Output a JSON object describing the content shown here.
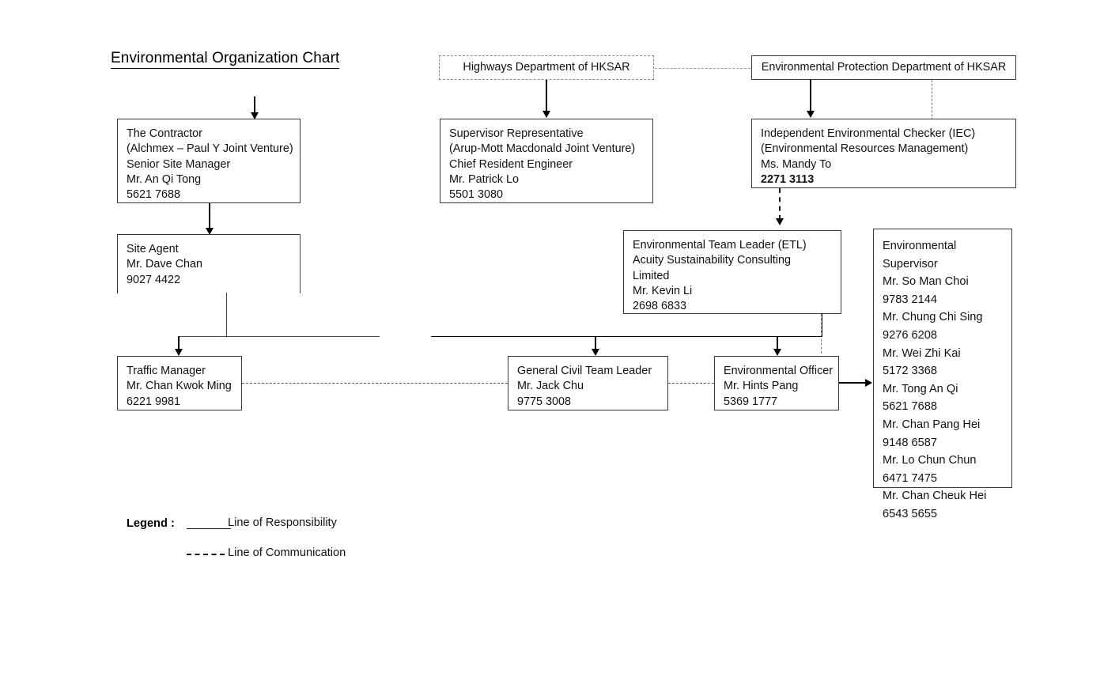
{
  "chart": {
    "title": "Environmental Organization Chart"
  },
  "nodes": {
    "highways_department": {
      "name": "Highways Department of HKSAR"
    },
    "epd": {
      "name": "Environmental Protection Department of HKSAR"
    },
    "contractor": {
      "line1": "The Contractor",
      "line2": "(Alchmex – Paul Y Joint Venture)",
      "line3": "Senior Site Manager",
      "line4": "Mr. An Qi Tong",
      "line5": "5621 7688"
    },
    "supervisor_representative": {
      "line1": "Supervisor Representative",
      "line2": "(Arup-Mott Macdonald Joint Venture)",
      "line3": "Chief Resident Engineer",
      "line4": "Mr. Patrick Lo",
      "line5": "5501 3080"
    },
    "iec": {
      "line1": "Independent Environmental Checker (IEC)",
      "line2": "(Environmental Resources Management)",
      "line3": "Ms. Mandy To",
      "line4": "2271 3113"
    },
    "site_agent": {
      "line1": "Site Agent",
      "line2": "Mr. Dave Chan",
      "line3": "9027 4422"
    },
    "etl": {
      "line1": "Environmental Team Leader (ETL)",
      "line2": "Acuity Sustainability Consulting",
      "line3": "Limited",
      "line4": "Mr. Kevin Li",
      "line5": "2698 6833"
    },
    "traffic_manager": {
      "line1": "Traffic Manager",
      "line2": "Mr. Chan Kwok Ming",
      "line3": "6221 9981"
    },
    "general_civil_team_leader": {
      "line1": "General Civil Team Leader",
      "line2": "Mr. Jack Chu",
      "line3": "9775 3008"
    },
    "environmental_officer": {
      "line1": "Environmental Officer",
      "line2": "Mr. Hints Pang",
      "line3": "5369 1777"
    },
    "environmental_supervisor": {
      "line1": "Environmental",
      "line2": "Supervisor",
      "line3": "Mr. So Man Choi",
      "line4": "9783 2144",
      "line5": "Mr. Chung Chi Sing",
      "line6": "9276 6208",
      "line7": "Mr. Wei Zhi Kai",
      "line8": "5172 3368",
      "line9": "Mr. Tong An Qi",
      "line10": "5621 7688",
      "line11": "Mr. Chan Pang Hei",
      "line12": "9148 6587",
      "line13": "Mr. Lo Chun Chun",
      "line14": "6471 7475",
      "line15": "Mr. Chan Cheuk Hei",
      "line16": "6543 5655"
    }
  },
  "legend": {
    "label": "Legend :",
    "responsibility": "Line of Responsibility",
    "communication": "Line of Communication"
  }
}
